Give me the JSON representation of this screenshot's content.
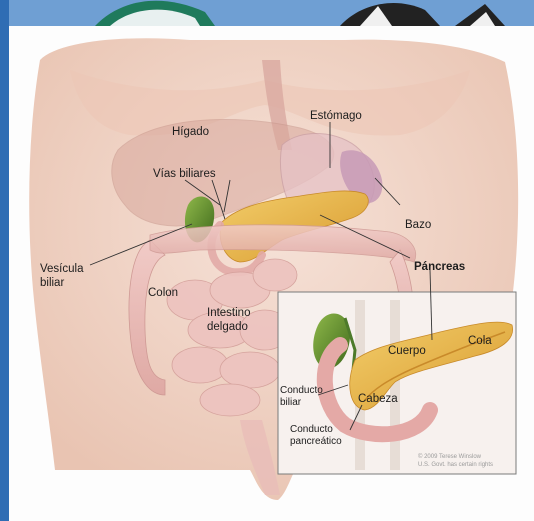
{
  "labels": {
    "higado": "Hígado",
    "estomago": "Estómago",
    "vias_biliares": "Vías biliares",
    "bazo": "Bazo",
    "vesicula_line1": "Vesícula",
    "vesicula_line2": "biliar",
    "pancreas": "Páncreas",
    "colon": "Colon",
    "intestino_line1": "Intestino",
    "intestino_line2": "delgado"
  },
  "inset": {
    "cola": "Cola",
    "cuerpo": "Cuerpo",
    "cabeza": "Cabeza",
    "conducto_biliar_line1": "Conducto",
    "conducto_biliar_line2": "biliar",
    "conducto_pancreatico_line1": "Conducto",
    "conducto_pancreatico_line2": "pancreático"
  },
  "copyright": {
    "line1": "© 2009 Terese Winslow",
    "line2": "U.S. Govt. has certain rights"
  },
  "colors": {
    "skin": "#f2d6c8",
    "pancreas": "#e9b64a",
    "gallbladder": "#5f8a2c",
    "intestine": "#e8b7b3",
    "accent_bar": "#2f6db4"
  }
}
